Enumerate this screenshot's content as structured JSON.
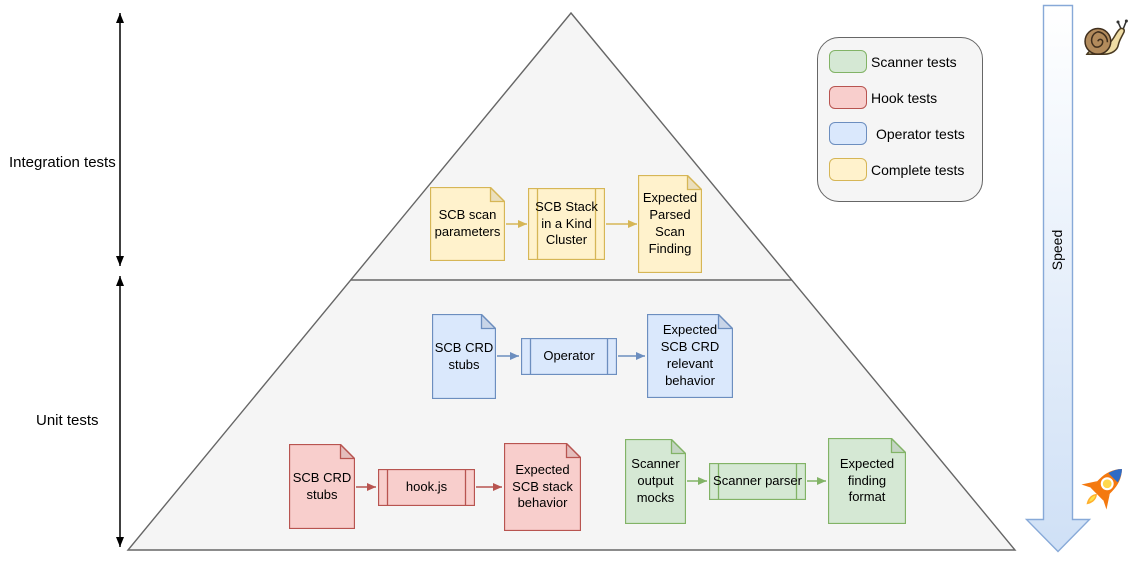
{
  "axis": {
    "integration_label": "Integration tests",
    "unit_label": "Unit tests",
    "speed_label": "Speed"
  },
  "legend": {
    "items": [
      {
        "label": "Scanner tests",
        "fill": "#d5e8d4",
        "stroke": "#82b366"
      },
      {
        "label": "Hook tests",
        "fill": "#f8cecc",
        "stroke": "#b85450"
      },
      {
        "label": "Operator tests",
        "fill": "#dae8fc",
        "stroke": "#6c8ebf"
      },
      {
        "label": "Complete tests",
        "fill": "#fff2cc",
        "stroke": "#d6b656"
      }
    ]
  },
  "flows": [
    {
      "id": "complete-tests",
      "input": "SCB scan parameters",
      "process": "SCB Stack in a Kind Cluster",
      "output": "Expected Parsed Scan Finding",
      "fill": "#fff2cc",
      "stroke": "#d6b656"
    },
    {
      "id": "operator-tests",
      "input": "SCB CRD stubs",
      "process": "Operator",
      "output": "Expected SCB CRD relevant behavior",
      "fill": "#dae8fc",
      "stroke": "#6c8ebf"
    },
    {
      "id": "hook-tests",
      "input": "SCB CRD stubs",
      "process": "hook.js",
      "output": "Expected SCB stack behavior",
      "fill": "#f8cecc",
      "stroke": "#b85450"
    },
    {
      "id": "scanner-tests",
      "input": "Scanner output mocks",
      "process": "Scanner parser",
      "output": "Expected finding format",
      "fill": "#d5e8d4",
      "stroke": "#82b366"
    }
  ],
  "icons": {
    "slow": "snail-emoji",
    "fast": "rocket-emoji"
  },
  "colors": {
    "pyramid_fill": "#f5f5f5",
    "outline": "#666666",
    "speed_arrow_stroke": "#87a9d8",
    "speed_arrow_fill_top": "#ffffff",
    "speed_arrow_fill_bottom": "#cfe0f6"
  }
}
